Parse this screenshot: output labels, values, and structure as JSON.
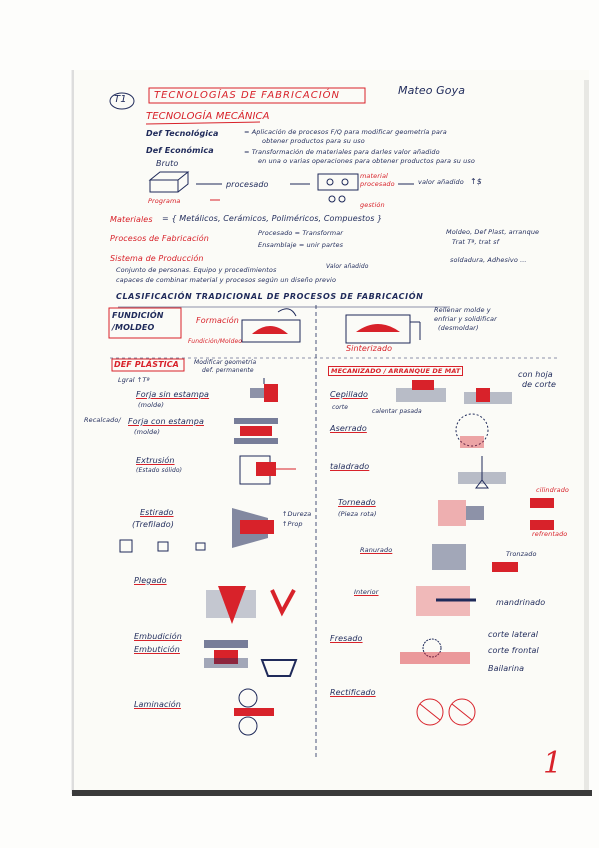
{
  "header": {
    "tag": "T1",
    "title": "TECNOLOGÍAS DE FABRICACIÓN",
    "author": "Mateo Goya"
  },
  "section1": {
    "title": "TECNOLOGÍA MECÁNICA",
    "def_tec_label": "Def Tecnológica",
    "def_tec_text1": "= Aplicación de procesos F/Q para modificar geometría para",
    "def_tec_text2": "obtener productos para su uso",
    "def_eco_label": "Def Económica",
    "def_eco_text1": "= Transformación de materiales para darles valor añadido",
    "def_eco_text2": "en una o varias operaciones para obtener productos para su uso",
    "bruto": "Bruto",
    "procesado": "procesado",
    "material_procesado": "material procesado",
    "valor_anadido": "valor añadido",
    "dollar": "↑$",
    "programa": "Programa",
    "gestion": "gestión"
  },
  "section2": {
    "materiales_label": "Materiales",
    "materiales_text": "= { Metálicos, Cerámicos, Poliméricos, Compuestos }",
    "procesos_label": "Procesos de Fabricación",
    "procesado_line": "Procesado = Transformar",
    "ensamblaje_line": "Ensamblaje = unir partes",
    "procesado_right": "Moldeo, Def Plast, arranque",
    "procesado_right2": "Trat Tª, trat sf",
    "ensamblaje_right": "soldadura, Adhesivo ...",
    "valor_anadido": "Valor añadido",
    "sistema_label": "Sistema de Producción",
    "sistema_text1": "Conjunto de personas. Equipo y procedimientos",
    "sistema_text2": "capaces de combinar material y procesos según un diseño previo",
    "clasificacion": "CLASIFICACIÓN TRADICIONAL DE PROCESOS DE FABRICACIÓN"
  },
  "fundicion": {
    "label1": "FUNDICIÓN",
    "label2": "/MOLDEO",
    "formacion": "Formación",
    "caption": "Fundición/Moldeo",
    "sinterizado": "Sinterizado",
    "rellenar1": "Rellenar molde y",
    "rellenar2": "enfriar y solidificar",
    "rellenar3": "(desmoldar)"
  },
  "deformacion": {
    "title": "DEF PLÁSTICA",
    "desc1": "Modificar geometría",
    "desc2": "def. permanente",
    "lgral": "Lgral ↑Tª",
    "forja_sin": "Forja sin estampa",
    "forja_sin_sub": "(molde)",
    "recalcado": "Recalcado/",
    "forja_con": "Forja con estampa",
    "forja_con_sub": "(molde)",
    "extrusion": "Extrusión",
    "extrusion_sub": "(Estado sólido)",
    "estirado": "Estirado",
    "trefilado": "(Trefilado)",
    "dureza": "↑Dureza",
    "prop": "↑Prop",
    "plegado": "Plegado",
    "embudicion": "Embudición",
    "embuticion": "Embutición",
    "laminacion": "Laminación"
  },
  "mecanizado": {
    "title": "MECANIZADO / ARRANQUE DE MAT",
    "cepillado": "Cepillado",
    "corte": "corte",
    "caliente": "calentar pasada",
    "hoja1": "con hoja",
    "hoja2": "de corte",
    "aserrado": "Aserrado",
    "taladrado": "taladrado",
    "torneado": "Torneado",
    "torneado_sub": "(Pieza rota)",
    "cilindrado": "cilindrado",
    "refrentado": "refrentado",
    "ranurado": "Ranurado",
    "tronzado": "Tronzado",
    "interior": "Interior",
    "mandrinado": "mandrinado",
    "fresado": "Fresado",
    "corte_lateral": "corte lateral",
    "corte_frontal": "corte frontal",
    "bailarina": "Bailarina",
    "rectificado": "Rectificado"
  },
  "page_number": "1",
  "colors": {
    "ink_blue": "#1f2a5a",
    "ink_red": "#d8222a",
    "paper": "#fbfbf7"
  }
}
